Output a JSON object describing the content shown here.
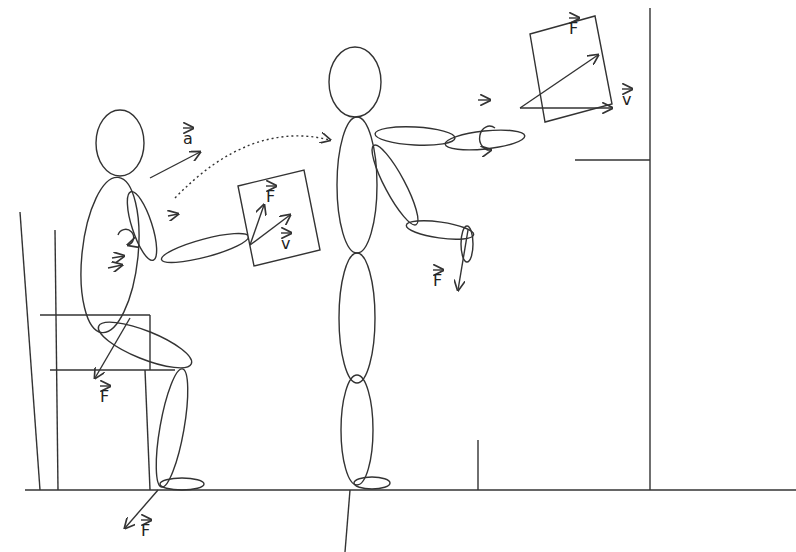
{
  "diagram": {
    "labels": [
      "a",
      "F",
      "v",
      "F",
      "F",
      "F",
      "v",
      "F"
    ]
  }
}
